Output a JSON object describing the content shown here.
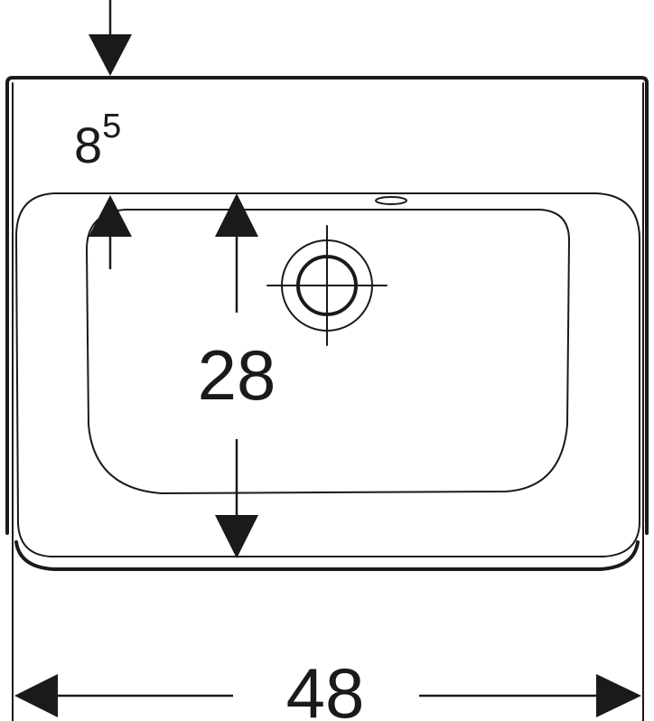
{
  "dimensions": {
    "top_depth": {
      "value": "8",
      "superscript": "5"
    },
    "basin_depth": {
      "value": "28"
    },
    "width": {
      "value": "48"
    }
  },
  "colors": {
    "line": "#1a1a1a",
    "background": "#ffffff"
  }
}
